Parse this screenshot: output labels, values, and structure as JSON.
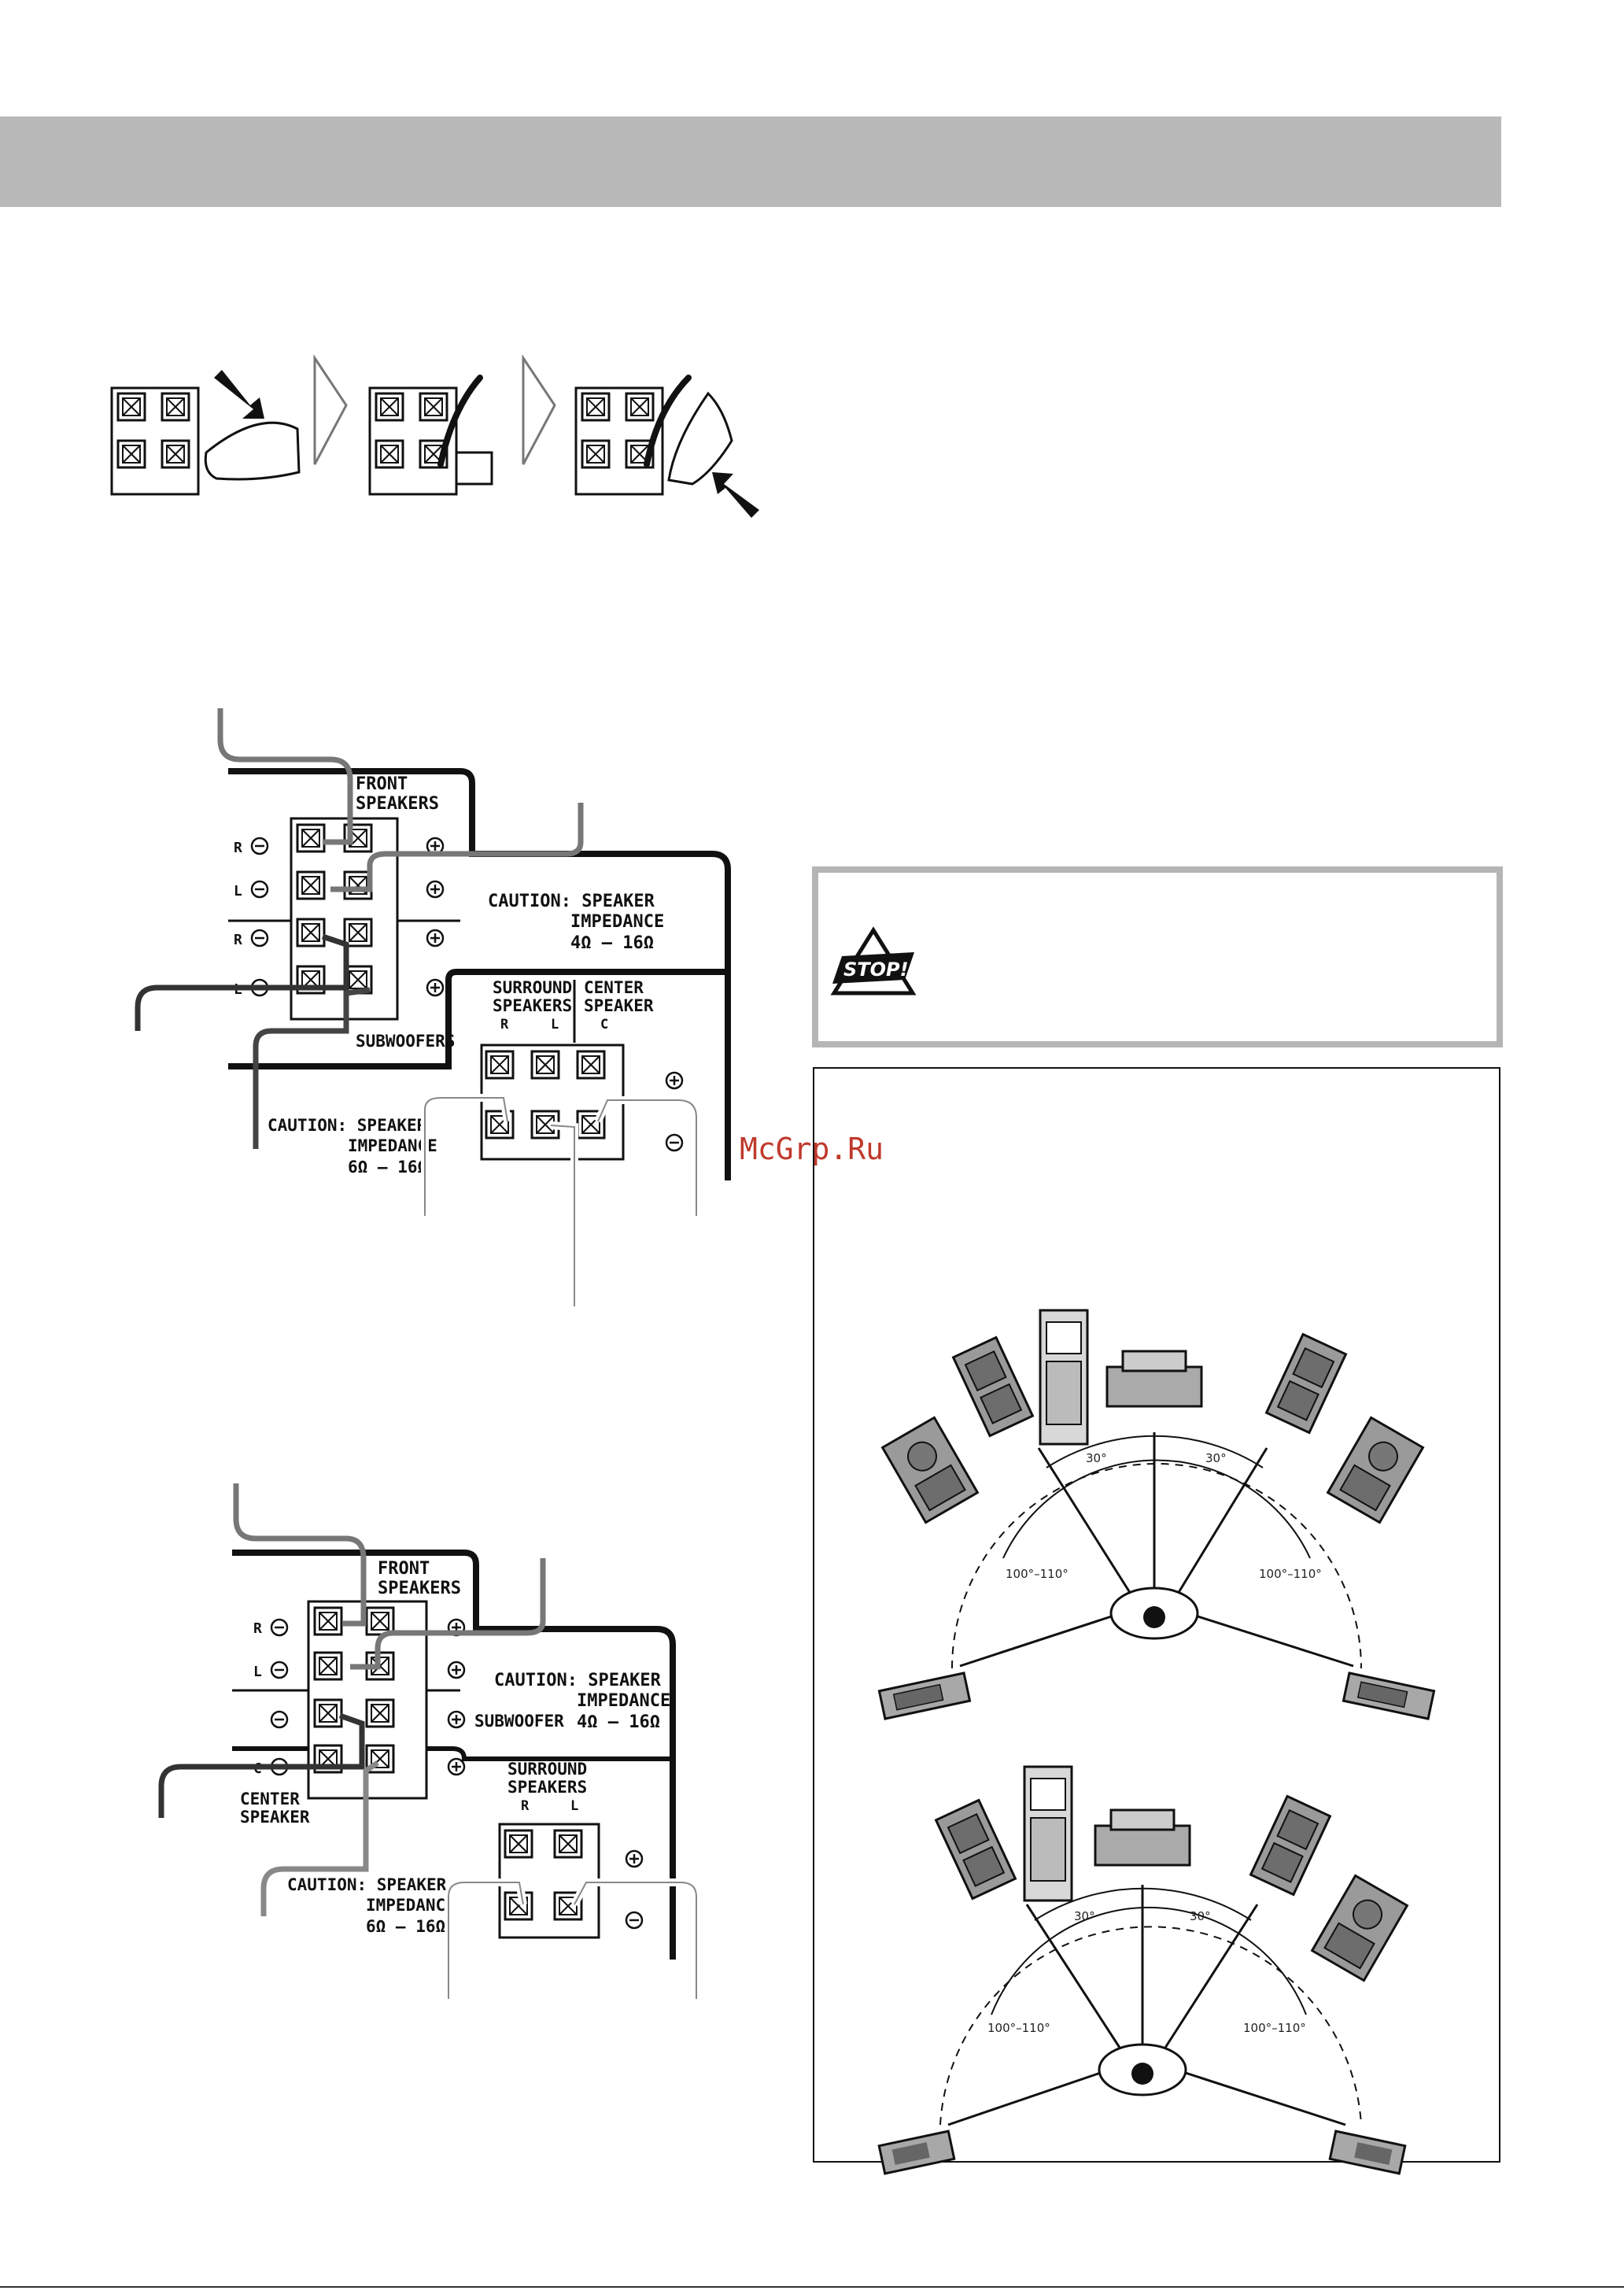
{
  "watermark": "McGrp.Ru",
  "panel1": {
    "front_speakers": [
      "FRONT",
      "SPEAKERS"
    ],
    "row_letters": [
      "R",
      "L",
      "R",
      "L"
    ],
    "caution_right": [
      "CAUTION: SPEAKER",
      "IMPEDANCE",
      "4Ω – 16Ω"
    ],
    "surround": [
      "SURROUND",
      "SPEAKERS"
    ],
    "surround_rl": [
      "R",
      "L"
    ],
    "center": [
      "CENTER",
      "SPEAKER"
    ],
    "center_c": "C",
    "subwoofers": "SUBWOOFERS",
    "caution_left": [
      "CAUTION: SPEAKER",
      "IMPEDANCE",
      "6Ω – 16Ω"
    ]
  },
  "panel2": {
    "front_speakers": [
      "FRONT",
      "SPEAKERS"
    ],
    "row_letters": [
      "R",
      "L",
      "",
      "C"
    ],
    "caution_right": [
      "CAUTION: SPEAKER",
      "IMPEDANCE",
      "4Ω – 16Ω"
    ],
    "subwoofer": "SUBWOOFER",
    "center": [
      "CENTER",
      "SPEAKER"
    ],
    "surround": [
      "SURROUND",
      "SPEAKERS"
    ],
    "surround_rl": [
      "R",
      "L"
    ],
    "caution_left": [
      "CAUTION: SPEAKER",
      "IMPEDANC",
      "6Ω – 16Ω"
    ]
  },
  "stop_badge": "STOP!",
  "layout_top": {
    "angle_front": "30°",
    "angle_side": "100°–110°"
  },
  "layout_bottom": {
    "angle_front": "30°",
    "angle_side": "100°–110°"
  }
}
